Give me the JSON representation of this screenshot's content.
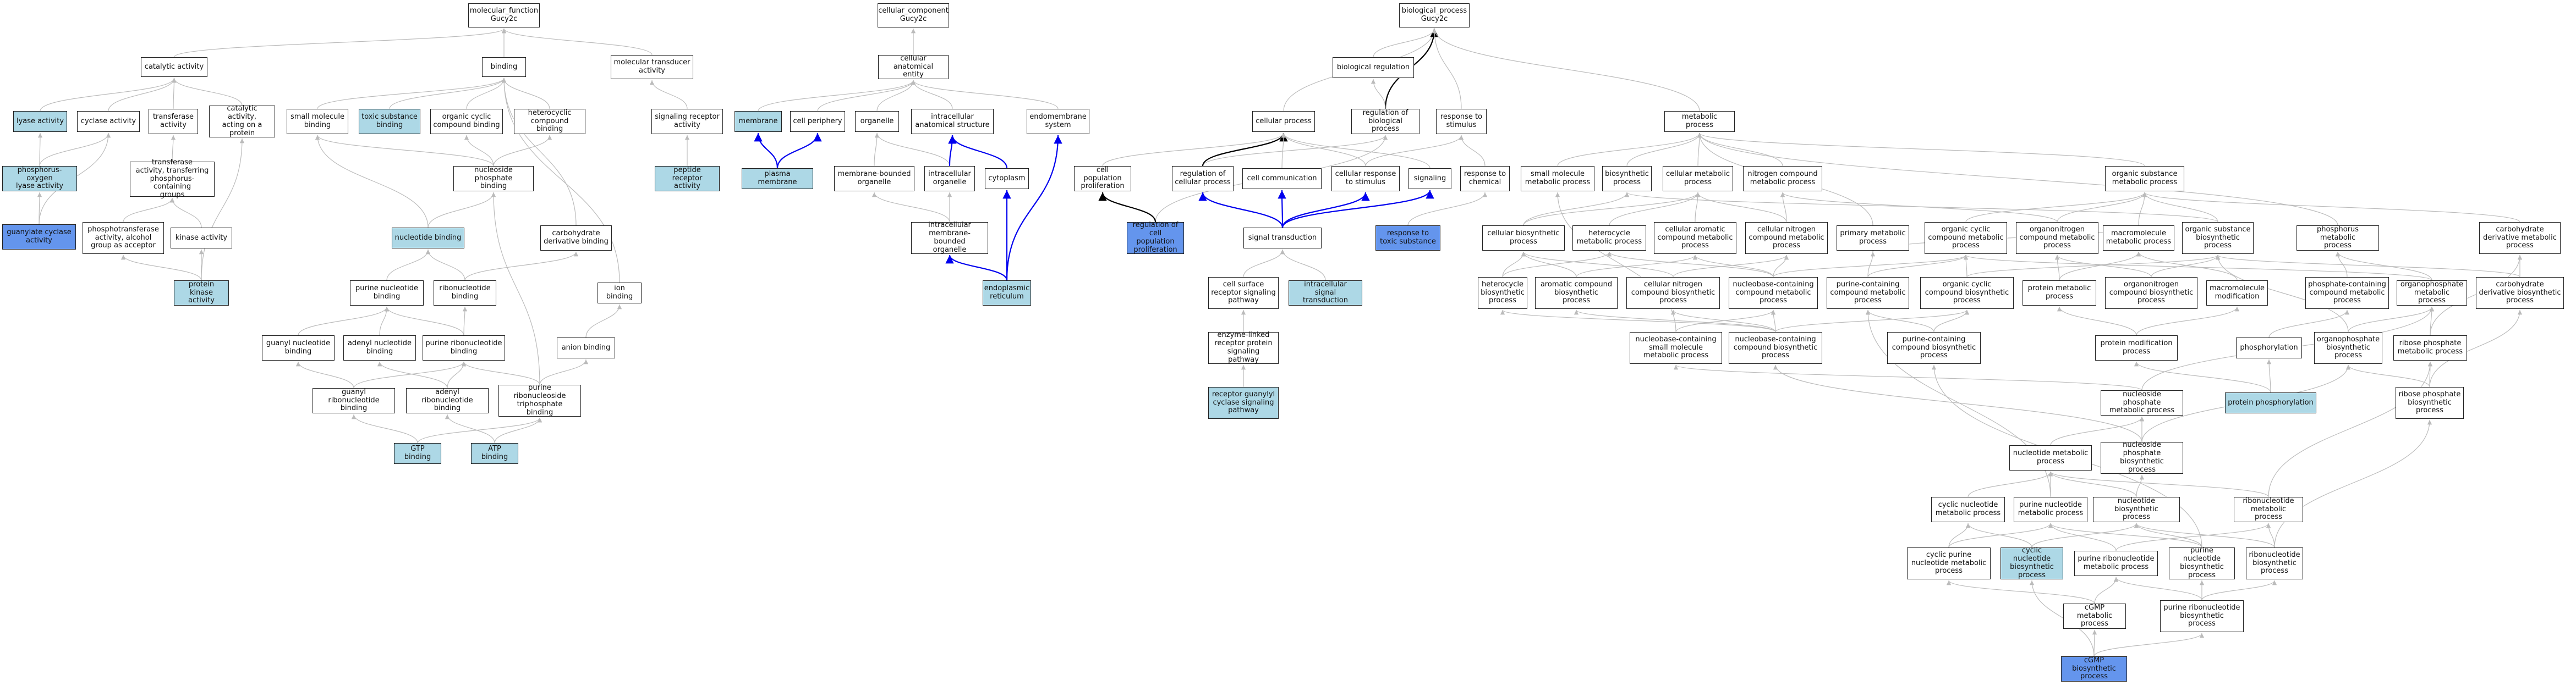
{
  "colors": {
    "highlight": "#add8e6",
    "strong": "#6495ed",
    "edge": "#bbbbbb",
    "edge_strong": "#000000",
    "edge_blue": "#0000ee"
  },
  "nodes": [
    {
      "id": "n0",
      "label": "molecular_function\nGucy2c",
      "style": "white"
    },
    {
      "id": "n1",
      "label": "cellular_component\nGucy2c",
      "style": "white"
    },
    {
      "id": "n2",
      "label": "biological_process\nGucy2c",
      "style": "white"
    },
    {
      "id": "n3",
      "label": "catalytic activity",
      "style": "white"
    },
    {
      "id": "n4",
      "label": "binding",
      "style": "white"
    },
    {
      "id": "n5",
      "label": "molecular transducer\nactivity",
      "style": "white"
    },
    {
      "id": "n6",
      "label": "cellular anatomical\nentity",
      "style": "white"
    },
    {
      "id": "n7",
      "label": "lyase activity",
      "style": "light"
    },
    {
      "id": "n8",
      "label": "cyclase activity",
      "style": "white"
    },
    {
      "id": "n9",
      "label": "transferase\nactivity",
      "style": "white"
    },
    {
      "id": "n10",
      "label": "catalytic activity,\nacting on a\nprotein",
      "style": "white"
    },
    {
      "id": "n11",
      "label": "small molecule\nbinding",
      "style": "white"
    },
    {
      "id": "n12",
      "label": "toxic substance\nbinding",
      "style": "light"
    },
    {
      "id": "n13",
      "label": "organic cyclic\ncompound binding",
      "style": "white"
    },
    {
      "id": "n14",
      "label": "heterocyclic\ncompound binding",
      "style": "white"
    },
    {
      "id": "n15",
      "label": "signaling receptor\nactivity",
      "style": "white"
    },
    {
      "id": "n16",
      "label": "membrane",
      "style": "light"
    },
    {
      "id": "n17",
      "label": "cell periphery",
      "style": "white"
    },
    {
      "id": "n18",
      "label": "organelle",
      "style": "white"
    },
    {
      "id": "n19",
      "label": "intracellular\nanatomical structure",
      "style": "white"
    },
    {
      "id": "n20",
      "label": "endomembrane\nsystem",
      "style": "white"
    },
    {
      "id": "n21",
      "label": "phosphorus-oxygen\nlyase activity",
      "style": "light"
    },
    {
      "id": "n22",
      "label": "transferase\nactivity, transferring\nphosphorus-containing\ngroups",
      "style": "white"
    },
    {
      "id": "n23",
      "label": "nucleoside phosphate\nbinding",
      "style": "white"
    },
    {
      "id": "n24",
      "label": "peptide receptor\nactivity",
      "style": "light"
    },
    {
      "id": "n25",
      "label": "plasma membrane",
      "style": "light"
    },
    {
      "id": "n26",
      "label": "membrane-bounded\norganelle",
      "style": "white"
    },
    {
      "id": "n27",
      "label": "intracellular\norganelle",
      "style": "white"
    },
    {
      "id": "n28",
      "label": "cytoplasm",
      "style": "white"
    },
    {
      "id": "n29",
      "label": "guanylate cyclase\nactivity",
      "style": "dark"
    },
    {
      "id": "n30",
      "label": "phosphotransferase\nactivity, alcohol\ngroup as acceptor",
      "style": "white"
    },
    {
      "id": "n31",
      "label": "kinase activity",
      "style": "white"
    },
    {
      "id": "n32",
      "label": "nucleotide binding",
      "style": "light"
    },
    {
      "id": "n33",
      "label": "carbohydrate\nderivative binding",
      "style": "white"
    },
    {
      "id": "n34",
      "label": "intracellular\nmembrane-bounded\norganelle",
      "style": "white"
    },
    {
      "id": "n35",
      "label": "protein kinase\nactivity",
      "style": "light"
    },
    {
      "id": "n36",
      "label": "purine nucleotide\nbinding",
      "style": "white"
    },
    {
      "id": "n37",
      "label": "ribonucleotide\nbinding",
      "style": "white"
    },
    {
      "id": "n38",
      "label": "ion binding",
      "style": "white"
    },
    {
      "id": "n39",
      "label": "endoplasmic\nreticulum",
      "style": "light"
    },
    {
      "id": "n40",
      "label": "guanyl nucleotide\nbinding",
      "style": "white"
    },
    {
      "id": "n41",
      "label": "adenyl nucleotide\nbinding",
      "style": "white"
    },
    {
      "id": "n42",
      "label": "purine ribonucleotide\nbinding",
      "style": "white"
    },
    {
      "id": "n43",
      "label": "anion binding",
      "style": "white"
    },
    {
      "id": "n44",
      "label": "guanyl ribonucleotide\nbinding",
      "style": "white"
    },
    {
      "id": "n45",
      "label": "adenyl ribonucleotide\nbinding",
      "style": "white"
    },
    {
      "id": "n46",
      "label": "purine ribonucleoside\ntriphosphate\nbinding",
      "style": "white"
    },
    {
      "id": "n47",
      "label": "GTP binding",
      "style": "light"
    },
    {
      "id": "n48",
      "label": "ATP binding",
      "style": "light"
    },
    {
      "id": "n49",
      "label": "biological regulation",
      "style": "white"
    },
    {
      "id": "n50",
      "label": "cellular process",
      "style": "white"
    },
    {
      "id": "n51",
      "label": "regulation of\nbiological process",
      "style": "white"
    },
    {
      "id": "n52",
      "label": "response to\nstimulus",
      "style": "white"
    },
    {
      "id": "n53",
      "label": "metabolic process",
      "style": "white"
    },
    {
      "id": "n54",
      "label": "cell population\nproliferation",
      "style": "white"
    },
    {
      "id": "n55",
      "label": "regulation of\ncellular process",
      "style": "white"
    },
    {
      "id": "n56",
      "label": "cell communication",
      "style": "white"
    },
    {
      "id": "n57",
      "label": "cellular response\nto stimulus",
      "style": "white"
    },
    {
      "id": "n58",
      "label": "signaling",
      "style": "white"
    },
    {
      "id": "n59",
      "label": "response to\nchemical",
      "style": "white"
    },
    {
      "id": "n60",
      "label": "small molecule\nmetabolic process",
      "style": "white"
    },
    {
      "id": "n61",
      "label": "biosynthetic\nprocess",
      "style": "white"
    },
    {
      "id": "n62",
      "label": "cellular metabolic\nprocess",
      "style": "white"
    },
    {
      "id": "n63",
      "label": "nitrogen compound\nmetabolic process",
      "style": "white"
    },
    {
      "id": "n64",
      "label": "organic substance\nmetabolic process",
      "style": "white"
    },
    {
      "id": "n65",
      "label": "regulation of\ncell population\nproliferation",
      "style": "dark"
    },
    {
      "id": "n66",
      "label": "signal transduction",
      "style": "white"
    },
    {
      "id": "n67",
      "label": "response to\ntoxic substance",
      "style": "dark"
    },
    {
      "id": "n68",
      "label": "cellular biosynthetic\nprocess",
      "style": "white"
    },
    {
      "id": "n69",
      "label": "heterocycle\nmetabolic process",
      "style": "white"
    },
    {
      "id": "n70",
      "label": "cellular aromatic\ncompound metabolic\nprocess",
      "style": "white"
    },
    {
      "id": "n71",
      "label": "cellular nitrogen\ncompound metabolic\nprocess",
      "style": "white"
    },
    {
      "id": "n72",
      "label": "primary metabolic\nprocess",
      "style": "white"
    },
    {
      "id": "n73",
      "label": "organic cyclic\ncompound metabolic\nprocess",
      "style": "white"
    },
    {
      "id": "n74",
      "label": "organonitrogen\ncompound metabolic\nprocess",
      "style": "white"
    },
    {
      "id": "n75",
      "label": "macromolecule\nmetabolic process",
      "style": "white"
    },
    {
      "id": "n76",
      "label": "organic substance\nbiosynthetic\nprocess",
      "style": "white"
    },
    {
      "id": "n77",
      "label": "phosphorus metabolic\nprocess",
      "style": "white"
    },
    {
      "id": "n78",
      "label": "carbohydrate\nderivative metabolic\nprocess",
      "style": "white"
    },
    {
      "id": "n79",
      "label": "cell surface\nreceptor signaling\npathway",
      "style": "white"
    },
    {
      "id": "n80",
      "label": "intracellular\nsignal transduction",
      "style": "light"
    },
    {
      "id": "n81",
      "label": "heterocycle\nbiosynthetic\nprocess",
      "style": "white"
    },
    {
      "id": "n82",
      "label": "aromatic compound\nbiosynthetic\nprocess",
      "style": "white"
    },
    {
      "id": "n83",
      "label": "cellular nitrogen\ncompound biosynthetic\nprocess",
      "style": "white"
    },
    {
      "id": "n84",
      "label": "nucleobase-containing\ncompound metabolic\nprocess",
      "style": "white"
    },
    {
      "id": "n85",
      "label": "purine-containing\ncompound metabolic\nprocess",
      "style": "white"
    },
    {
      "id": "n86",
      "label": "organic cyclic\ncompound biosynthetic\nprocess",
      "style": "white"
    },
    {
      "id": "n87",
      "label": "protein metabolic\nprocess",
      "style": "white"
    },
    {
      "id": "n88",
      "label": "organonitrogen\ncompound biosynthetic\nprocess",
      "style": "white"
    },
    {
      "id": "n89",
      "label": "macromolecule\nmodification",
      "style": "white"
    },
    {
      "id": "n90",
      "label": "phosphate-containing\ncompound metabolic\nprocess",
      "style": "white"
    },
    {
      "id": "n91",
      "label": "organophosphate\nmetabolic process",
      "style": "white"
    },
    {
      "id": "n92",
      "label": "carbohydrate\nderivative biosynthetic\nprocess",
      "style": "white"
    },
    {
      "id": "n93",
      "label": "enzyme-linked\nreceptor protein\nsignaling pathway",
      "style": "white"
    },
    {
      "id": "n94",
      "label": "nucleobase-containing\nsmall molecule\nmetabolic process",
      "style": "white"
    },
    {
      "id": "n95",
      "label": "nucleobase-containing\ncompound biosynthetic\nprocess",
      "style": "white"
    },
    {
      "id": "n96",
      "label": "purine-containing\ncompound biosynthetic\nprocess",
      "style": "white"
    },
    {
      "id": "n97",
      "label": "protein modification\nprocess",
      "style": "white"
    },
    {
      "id": "n98",
      "label": "phosphorylation",
      "style": "white"
    },
    {
      "id": "n99",
      "label": "organophosphate\nbiosynthetic\nprocess",
      "style": "white"
    },
    {
      "id": "n100",
      "label": "ribose phosphate\nmetabolic process",
      "style": "white"
    },
    {
      "id": "n101",
      "label": "receptor guanylyl\ncyclase signaling\npathway",
      "style": "light"
    },
    {
      "id": "n102",
      "label": "nucleoside phosphate\nmetabolic process",
      "style": "white"
    },
    {
      "id": "n103",
      "label": "protein phosphorylation",
      "style": "light"
    },
    {
      "id": "n104",
      "label": "ribose phosphate\nbiosynthetic\nprocess",
      "style": "white"
    },
    {
      "id": "n105",
      "label": "nucleotide metabolic\nprocess",
      "style": "white"
    },
    {
      "id": "n106",
      "label": "nucleoside phosphate\nbiosynthetic\nprocess",
      "style": "white"
    },
    {
      "id": "n107",
      "label": "cyclic nucleotide\nmetabolic process",
      "style": "white"
    },
    {
      "id": "n108",
      "label": "purine nucleotide\nmetabolic process",
      "style": "white"
    },
    {
      "id": "n109",
      "label": "nucleotide biosynthetic\nprocess",
      "style": "white"
    },
    {
      "id": "n110",
      "label": "ribonucleotide\nmetabolic process",
      "style": "white"
    },
    {
      "id": "n111",
      "label": "cyclic purine\nnucleotide metabolic\nprocess",
      "style": "white"
    },
    {
      "id": "n112",
      "label": "cyclic nucleotide\nbiosynthetic\nprocess",
      "style": "light"
    },
    {
      "id": "n113",
      "label": "purine ribonucleotide\nmetabolic process",
      "style": "white"
    },
    {
      "id": "n114",
      "label": "purine nucleotide\nbiosynthetic\nprocess",
      "style": "white"
    },
    {
      "id": "n115",
      "label": "ribonucleotide\nbiosynthetic\nprocess",
      "style": "white"
    },
    {
      "id": "n116",
      "label": "cGMP metabolic\nprocess",
      "style": "white"
    },
    {
      "id": "n117",
      "label": "purine ribonucleotide\nbiosynthetic\nprocess",
      "style": "white"
    },
    {
      "id": "n118",
      "label": "cGMP biosynthetic\nprocess",
      "style": "dark"
    }
  ]
}
